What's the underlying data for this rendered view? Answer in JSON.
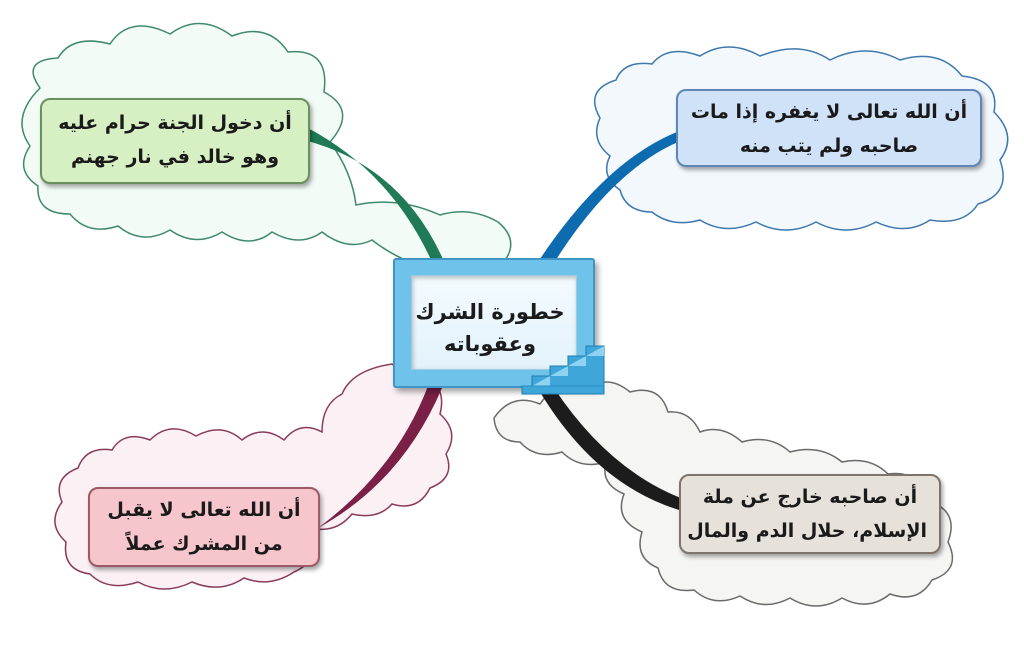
{
  "center": {
    "title_line1": "خطورة الشرك",
    "title_line2": "وعقوباته"
  },
  "branches": {
    "top_left": {
      "line1": "أن دخول الجنة حرام عليه",
      "line2": "وهو خالد في نار جهنم"
    },
    "top_right": {
      "line1": "أن الله تعالى لا يغفره إذا مات",
      "line2": "صاحبه ولم يتب منه"
    },
    "bottom_left": {
      "line1": "أن الله تعالى لا يقبل",
      "line2": "من المشرك عملاً"
    },
    "bottom_right": {
      "line1": "أن صاحبه خارج عن ملة",
      "line2": "الإسلام، حلال الدم والمال"
    }
  },
  "colors": {
    "top_left_branch": "#1f7a55",
    "top_right_branch": "#0d6bb0",
    "bottom_left_branch": "#7a1f45",
    "bottom_right_branch": "#1c1c1c",
    "top_left_box": "#d6f0c4",
    "top_right_box": "#cfe2f8",
    "bottom_left_box": "#f6c6cc",
    "bottom_right_box": "#e6e1db",
    "center_frame": "#6fc2ea"
  }
}
